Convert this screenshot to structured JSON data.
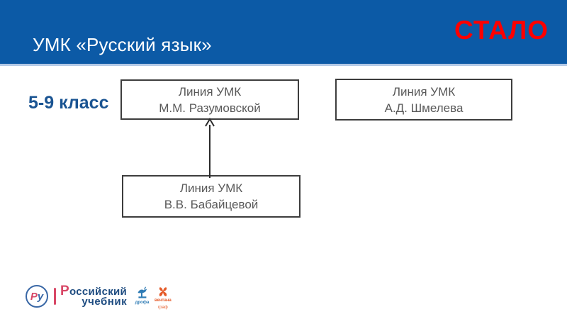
{
  "header": {
    "title": "УМК «Русский язык»",
    "status_label": "СТАЛО"
  },
  "grade_label": "5-9 класс",
  "diagram": {
    "boxes": [
      {
        "id": "razumovskaya",
        "line1": "Линия УМК",
        "line2": "М.М. Разумовской"
      },
      {
        "id": "shmeleva",
        "line1": "Линия УМК",
        "line2": "А.Д. Шмелева"
      },
      {
        "id": "babaytseva",
        "line1": "Линия УМК",
        "line2": "В.В. Бабайцевой"
      }
    ],
    "arrow": {
      "direction": "up",
      "from": "Линия УМК В.В. Бабайцевой",
      "to": "Линия УМК М.М. Разумовской"
    }
  },
  "footer": {
    "brand": {
      "monogram_p": "Р",
      "monogram_u": "у",
      "name_initial": "Р",
      "name_rest": "оссийский",
      "name_line2": "учебник"
    },
    "publishers": [
      {
        "name": "дрофа"
      },
      {
        "name": "вентана",
        "name2": "граф"
      }
    ]
  },
  "colors": {
    "header_bg": "#0c5aa6",
    "header_underline": "#b3c9e6",
    "status_red": "#fe0000",
    "grade_blue": "#1a5492",
    "box_border": "#3d3d3d",
    "box_text": "#595959",
    "brand_pink": "#d84766",
    "brand_blue": "#1d4b80",
    "drofa_blue": "#2f7cb5",
    "ventana_orange": "#e55c2b"
  }
}
